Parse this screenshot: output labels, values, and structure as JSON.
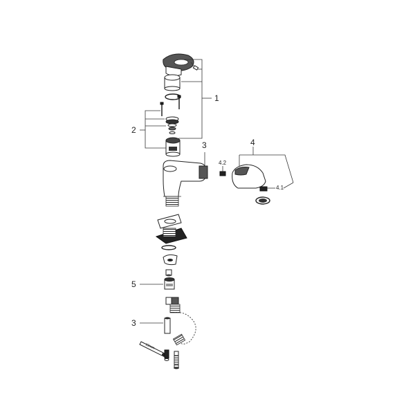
{
  "callouts": {
    "c1": "1",
    "c2": "2",
    "c3_top": "3",
    "c3_bottom": "3",
    "c4": "4",
    "c4_1": "4.1",
    "c4_2": "4.2",
    "c5": "5"
  },
  "wrench_label": "19mm"
}
